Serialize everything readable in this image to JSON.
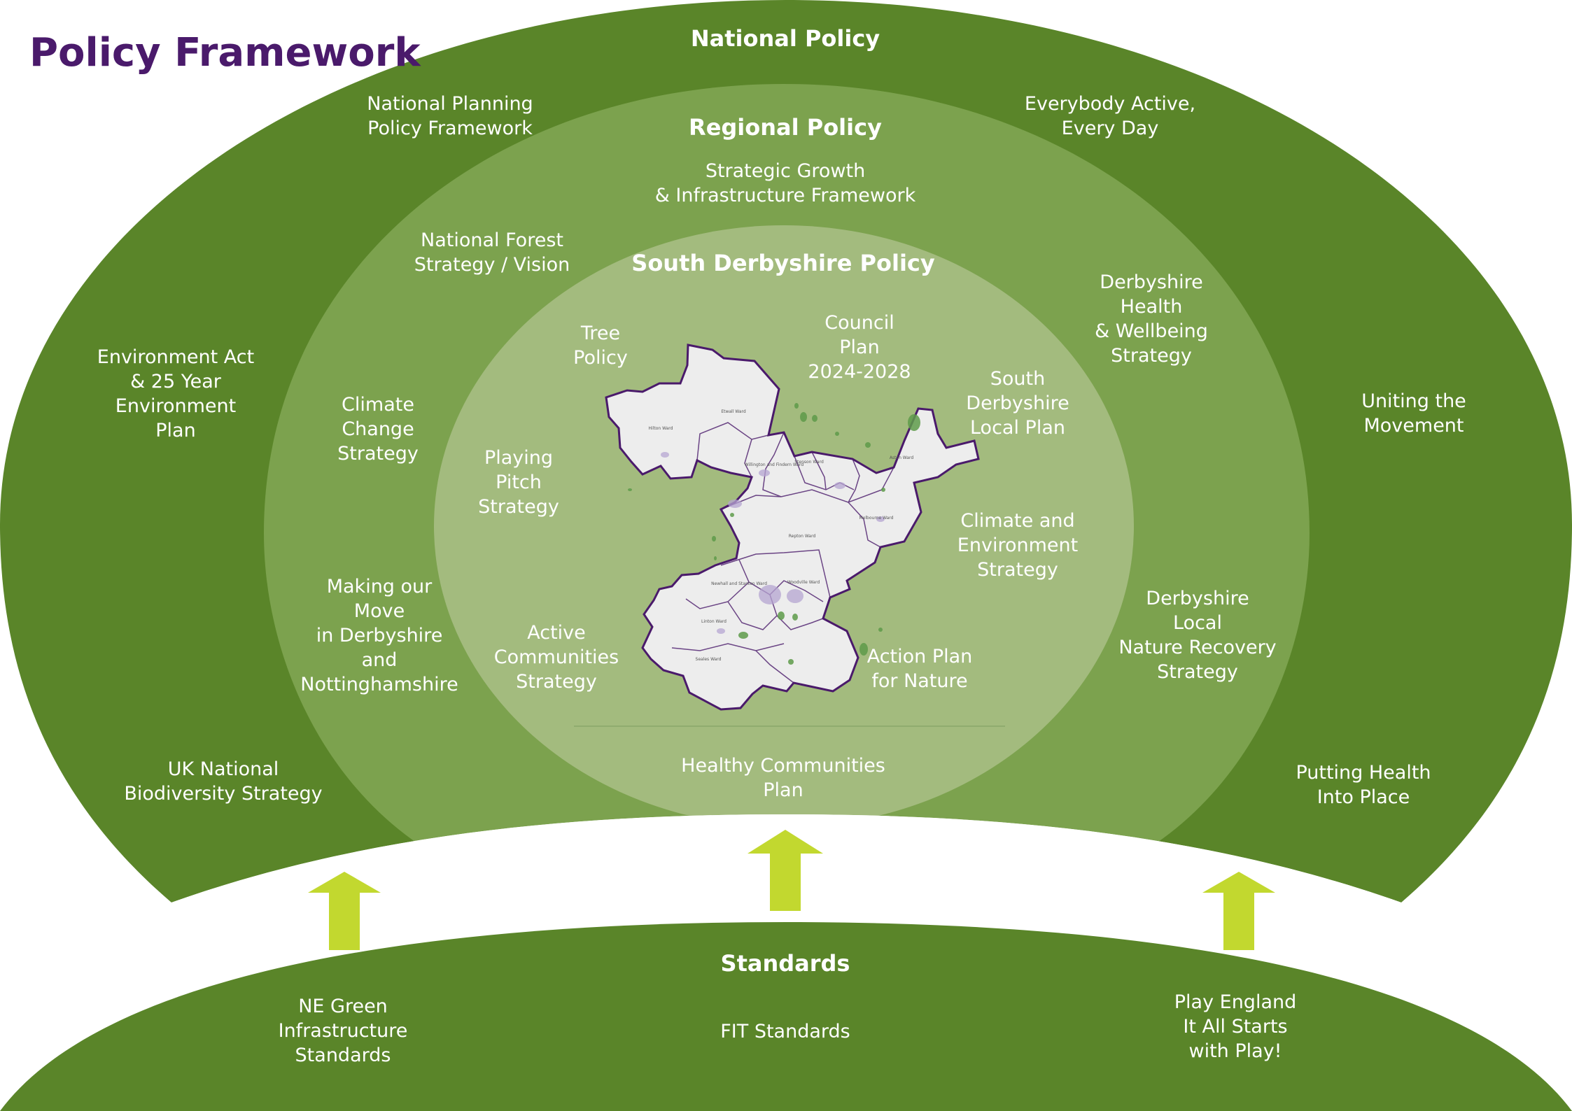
{
  "title": {
    "text": "Policy Framework",
    "color": "#4a1a6b"
  },
  "colors": {
    "national": "#5a8529",
    "regional": "#7ca24e",
    "local": "#a3bb7e",
    "arrow": "#c2d82f",
    "map_border": "#4a1a6b"
  },
  "national": {
    "heading": "National Policy",
    "items": [
      [
        "National Planning",
        "Policy Framework"
      ],
      [
        "Everybody Active,",
        "Every Day"
      ],
      [
        "Environment Act",
        "& 25 Year",
        "Environment",
        "Plan"
      ],
      [
        "Uniting the",
        "Movement"
      ],
      [
        "UK National",
        "Biodiversity Strategy"
      ],
      [
        "Putting Health",
        "Into Place"
      ]
    ]
  },
  "regional": {
    "heading": "Regional Policy",
    "items": [
      [
        "Strategic Growth",
        "& Infrastructure Framework"
      ],
      [
        "National Forest",
        "Strategy / Vision"
      ],
      [
        "Derbyshire",
        "Health",
        "& Wellbeing",
        "Strategy"
      ],
      [
        "Climate",
        "Change",
        "Strategy"
      ],
      [
        "Making our",
        "Move",
        "in Derbyshire",
        "and",
        "Nottinghamshire"
      ],
      [
        "Derbyshire",
        "Local",
        "Nature Recovery",
        "Strategy"
      ]
    ]
  },
  "local": {
    "heading": "South Derbyshire Policy",
    "items": [
      [
        "Tree",
        "Policy"
      ],
      [
        "Council",
        "Plan",
        "2024-2028"
      ],
      [
        "South",
        "Derbyshire",
        "Local Plan"
      ],
      [
        "Playing",
        "Pitch",
        "Strategy"
      ],
      [
        "Climate and",
        "Environment",
        "Strategy"
      ],
      [
        "Active",
        "Communities",
        "Strategy"
      ],
      [
        "Action Plan",
        "for Nature"
      ],
      [
        "Healthy Communities",
        "Plan"
      ]
    ]
  },
  "map": {
    "wards": [
      "Hilton Ward",
      "Etwall Ward",
      "Willington and Findern Ward",
      "Stenson Ward",
      "Aston Ward",
      "Melbourne Ward",
      "Repton Ward",
      "Newhall and Stanton Ward",
      "Woodville Ward",
      "Linton Ward",
      "Seales Ward"
    ]
  },
  "standards": {
    "heading": "Standards",
    "items": [
      [
        "NE Green",
        "Infrastructure",
        "Standards"
      ],
      [
        "FIT Standards"
      ],
      [
        "Play England",
        "It All Starts",
        "with Play!"
      ]
    ]
  }
}
